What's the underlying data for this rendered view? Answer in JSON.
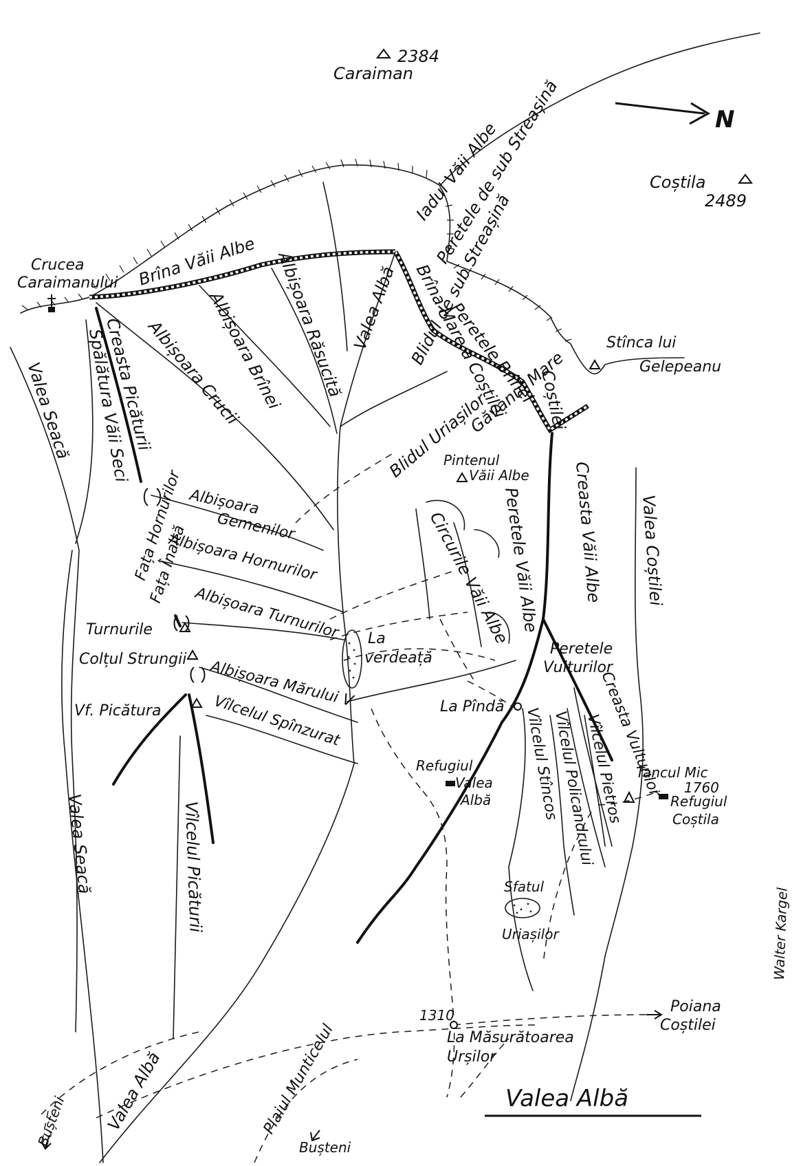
{
  "peaks": {
    "caraiman": {
      "elevation": "2384",
      "name": "Caraiman"
    },
    "costila": {
      "name": "Coștila",
      "elevation": "2489"
    }
  },
  "north_label": "N",
  "labels": {
    "crucea_caraimanului": [
      "Crucea",
      "Caraimanului"
    ],
    "brina_vaii_albe": "Brîna Văii Albe",
    "iadul_vaii_albe": "Iadul Văii Albe",
    "valea_alba_upper": "Valea Albă",
    "peretele_de_sub_streasina": "Peretele de sub Streașină",
    "brina_mare_a_costilei": "Brîna Mare a Coștilei",
    "blidul_de_sub_streasina": "Blidul de sub Streașină",
    "peretele_brinei": "Peretele Brînei",
    "stinca_lui_gelepeanu": [
      "Stînca lui",
      "Gelepeanu"
    ],
    "albisoara_rasucita": "Albișoara Răsucită",
    "albisoara_brinei": "Albișoara Brînei",
    "albisoara_crucii": "Albișoara Crucii",
    "creasta_picaturii": "Creasta Picăturii",
    "spalatura_vaii_seci": "Spălătura Văii Seci",
    "valea_seaca_upper": "Valea Seacă",
    "blidul_uriasilor": "Blidul Uriașilor",
    "gavanul_mare": "Găvanul Mare",
    "costilei": "Coștilei",
    "pintenul_vaii_albe": [
      "Pintenul",
      "Văii Albe"
    ],
    "peretele_vaii_albe": "Peretele Văii Albe",
    "creasta_vaii_albe": "Creasta Văii Albe",
    "valea_costilei": "Valea Coștilei",
    "fata_hornurilor": "Fața Hornurilor",
    "fata_inalta": "Fața Înaltă",
    "albisoara_gemenilor": [
      "Albișoara",
      "Gemenilor"
    ],
    "albisoara_hornurilor": "Albișoara Hornurilor",
    "circurile_vaii_albe": "Circurile Văii Albe",
    "albisoara_turnurilor": "Albișoara Turnurilor",
    "turnurile": "Turnurile",
    "coltul_strungii": "Colțul Strungii",
    "la_verdeata": [
      "La",
      "verdeață"
    ],
    "albisoara_merelului": "Albișoara Mărului V",
    "peretele_vulturilor": [
      "Peretele",
      "Vulturilor"
    ],
    "creasta_vulturilor": "Creasta Vulturilor",
    "vf_picatura": "Vf. Picătura",
    "vilcelul_spinzurat": "Vîlcelul Spînzurat",
    "la_pinda": "La Pîndă",
    "vilcelul_stincos": "Vîlcelul Stîncos",
    "vilcelul_policandrului": "Vîlcelul Policandrului",
    "vilcelul_pietros": "Vîlcelul Pietros",
    "refugiul_valea_alba": [
      "Refugiul",
      "Valea",
      "Albă"
    ],
    "tancul_mic": [
      "Tancul Mic",
      "1760"
    ],
    "refugiul_costila": [
      "Refugiul",
      "Coștila"
    ],
    "valea_seaca_lower": "Valea Seacă",
    "vilcelul_picaturii": "Vîlcelul Picăturii",
    "sfatul_uriasilor": [
      "Sfatul",
      "Uriașilor"
    ],
    "walter_kargel": "Walter Kargel",
    "poiana_costilei": [
      "Poiana",
      "Coștilei"
    ],
    "elev_1310": "1310",
    "la_masuratoarea_ursilor": [
      "La Măsurătoarea",
      "Urșilor"
    ],
    "plaiul_munticelul": "Plaiul Munticelul",
    "valea_alba_lower": "Valea Albă",
    "busteni_left": "Bușteni",
    "busteni_bottom": "Bușteni"
  },
  "map_title": "Valea Albă"
}
